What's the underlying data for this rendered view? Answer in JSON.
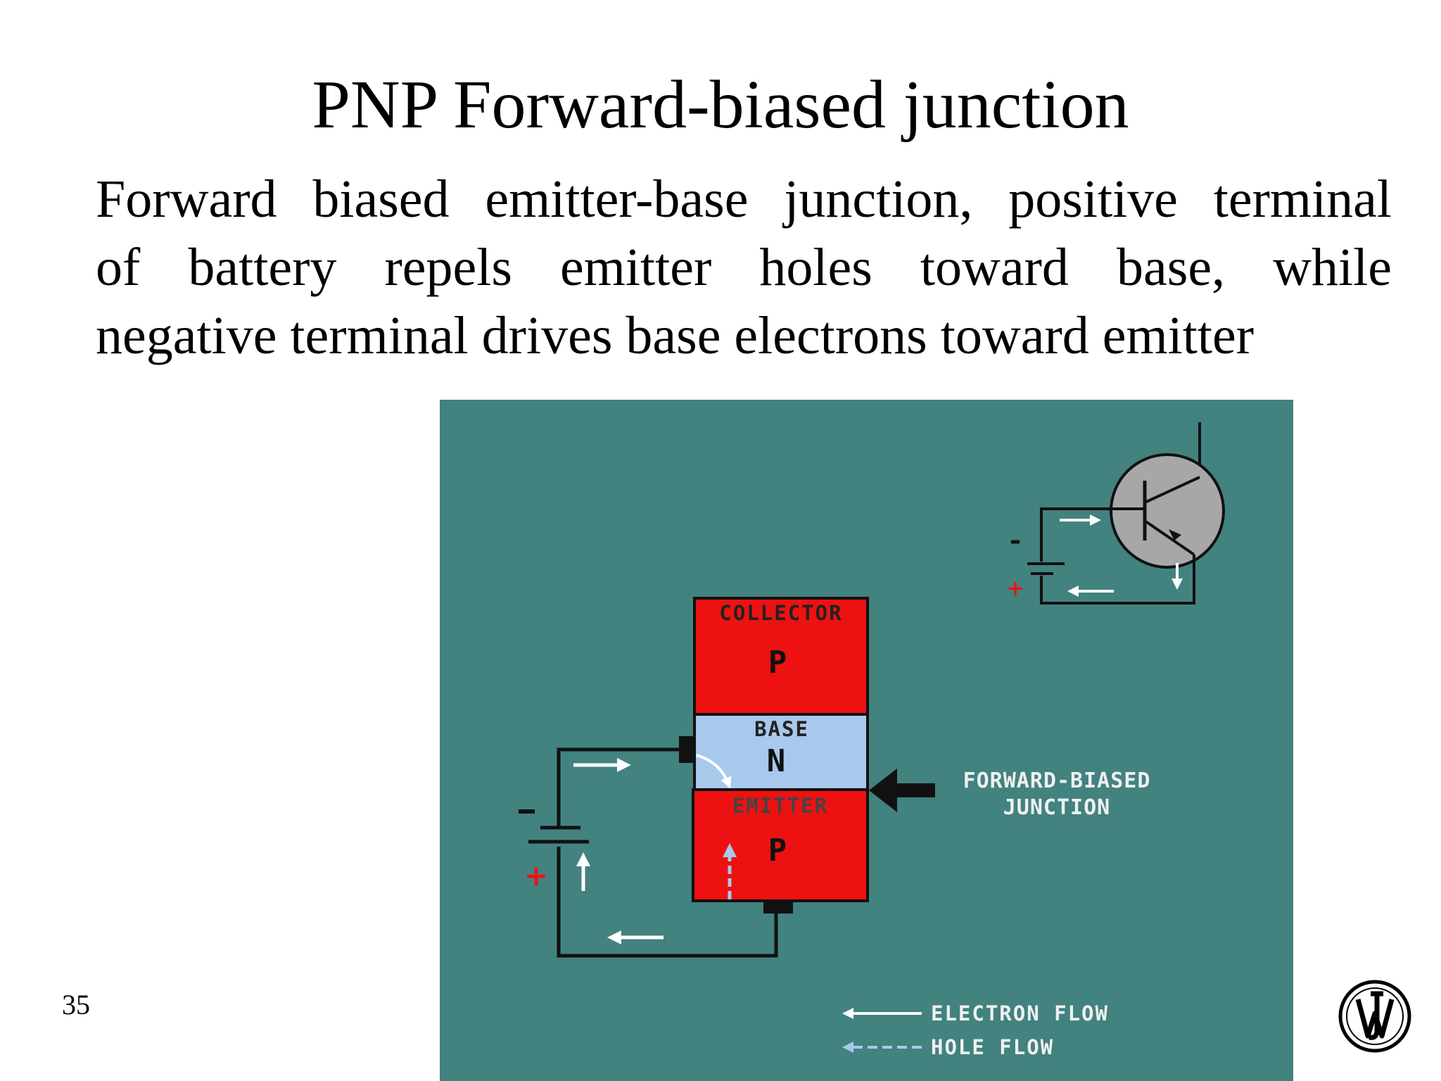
{
  "slide": {
    "title": "PNP Forward-biased junction",
    "body_lines": [
      "Forward biased emitter-base junction,  positive terminal",
      "of battery repels emitter holes toward base, while",
      "negative terminal drives base electrons toward  emitter"
    ],
    "page_number": "35"
  },
  "diagram": {
    "colors": {
      "background": "#42827f",
      "p_region": "#ee1111",
      "n_region": "#a8c8ec",
      "wire": "#111111",
      "arrow": "#ffffff",
      "hole_arrow": "#a8c8ec",
      "plus_sign": "#ee1111",
      "transistor_body": "#a7a7a7"
    },
    "regions": {
      "collector_label": "COLLECTOR",
      "collector_type": "P",
      "base_label": "BASE",
      "base_type": "N",
      "emitter_label": "EMITTER",
      "emitter_type": "P"
    },
    "junction_label_line1": "FORWARD-BIASED",
    "junction_label_line2": "JUNCTION",
    "battery_minus": "−",
    "battery_plus": "+",
    "legend": {
      "electron_flow": "ELECTRON FLOW",
      "hole_flow": "HOLE FLOW"
    }
  },
  "logo": {
    "icon": "publisher-monogram-icon",
    "letters": "JW"
  }
}
